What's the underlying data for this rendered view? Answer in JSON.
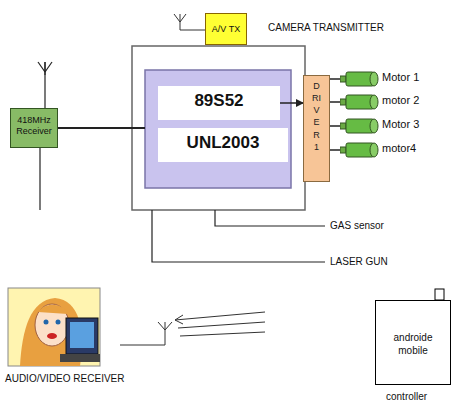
{
  "diagram": {
    "nodes": [
      {
        "text": [
          "A/V TX",
          "CAMERA TRANSMITTER"
        ]
      },
      {
        "text": [
          "418MHz Receiver"
        ]
      },
      {
        "text": [
          "89S52"
        ]
      },
      {
        "text": [
          "UNL2003"
        ]
      },
      {
        "text": [
          "DRIVER1"
        ]
      },
      {
        "text": [
          "Motor 1"
        ]
      },
      {
        "text": [
          "motor 2"
        ]
      },
      {
        "text": [
          "Motor 3"
        ]
      },
      {
        "text": [
          "motor4"
        ]
      },
      {
        "text": [
          "androide mobile",
          "controller"
        ]
      }
    ],
    "edges": [
      {
        "from": 2,
        "to": 4,
        "arrow": "to"
      },
      {
        "from": 4,
        "to": 5,
        "arrow": "none"
      },
      {
        "from": 4,
        "to": 6,
        "arrow": "none"
      },
      {
        "from": 4,
        "to": 7,
        "arrow": "none"
      },
      {
        "from": 4,
        "to": 8,
        "arrow": "none"
      }
    ],
    "labels": [
      "GAS sensor",
      "LASER GUN",
      "AUDIO/VIDEO RECEIVER"
    ]
  }
}
